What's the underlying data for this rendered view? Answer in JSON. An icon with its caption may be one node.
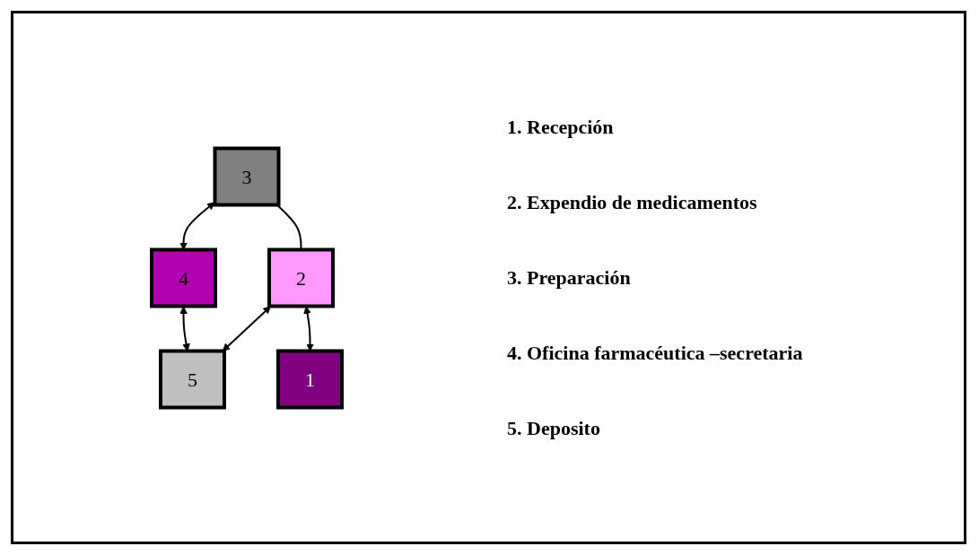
{
  "diagram": {
    "nodes": [
      {
        "text": [
          "3"
        ]
      },
      {
        "text": [
          "4"
        ]
      },
      {
        "text": [
          "2"
        ]
      },
      {
        "text": [
          "5"
        ]
      },
      {
        "text": [
          "1"
        ]
      }
    ],
    "edges": [
      {
        "from": 0,
        "to": 1,
        "arrow": "both"
      },
      {
        "from": 0,
        "to": 2,
        "arrow": "none"
      },
      {
        "from": 1,
        "to": 3,
        "arrow": "both"
      },
      {
        "from": 2,
        "to": 3,
        "arrow": "both"
      },
      {
        "from": 2,
        "to": 4,
        "arrow": "both"
      }
    ],
    "labels": [
      "1. Recepción",
      "2. Expendio de medicamentos",
      "3. Preparación",
      "4. Oficina farmacéutica –secretaria",
      "5. Deposito"
    ]
  }
}
